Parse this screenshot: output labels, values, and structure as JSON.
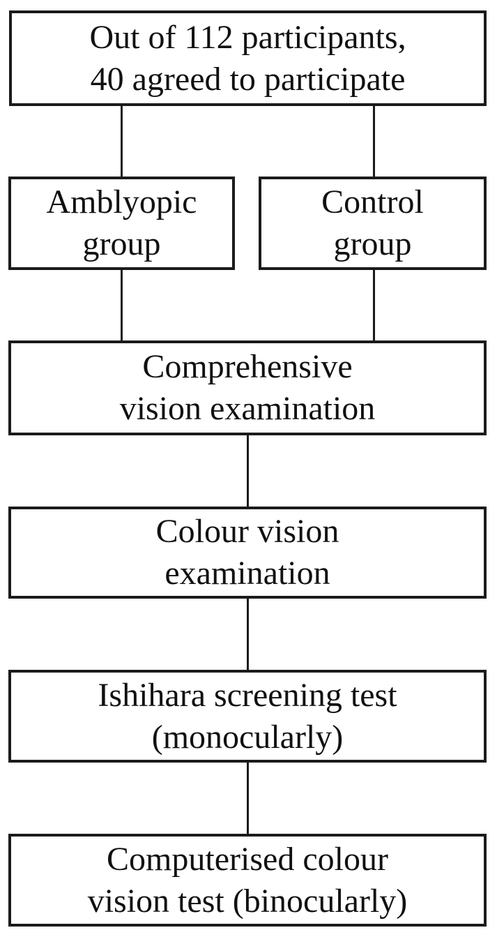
{
  "figure": {
    "type": "flowchart",
    "description": "Participant recruitment and testing procedure flowchart"
  },
  "palette": {
    "background": "#ffffff",
    "box_fill": "#ffffff",
    "box_border": "#1b1b1b",
    "text": "#111111"
  },
  "nodes": [
    {
      "id": "recruited",
      "label": "Out of 112 participants, 40 agreed to participate",
      "lines": [
        "Out of 112 participants,",
        "40 agreed to participate"
      ]
    },
    {
      "id": "amblyopic",
      "label": "Amblyopic group",
      "lines": [
        "Amblyopic",
        "group"
      ]
    },
    {
      "id": "control",
      "label": "Control group",
      "lines": [
        "Control",
        "group"
      ]
    },
    {
      "id": "comprehensive",
      "label": "Comprehensive vision examination",
      "lines": [
        "Comprehensive",
        "vision examination"
      ]
    },
    {
      "id": "colour",
      "label": "Colour vision examination",
      "lines": [
        "Colour vision",
        "examination"
      ]
    },
    {
      "id": "ishihara",
      "label": "Ishihara screening test (monocularly)",
      "lines": [
        "Ishihara screening test",
        "(monocularly)"
      ]
    },
    {
      "id": "computerised",
      "label": "Computerised colour vision test (binocularly)",
      "lines": [
        "Computerised colour",
        "vision test (binocularly)"
      ]
    }
  ],
  "edges": [
    {
      "from": "recruited",
      "to": "amblyopic"
    },
    {
      "from": "recruited",
      "to": "control"
    },
    {
      "from": "amblyopic",
      "to": "comprehensive"
    },
    {
      "from": "control",
      "to": "comprehensive"
    },
    {
      "from": "comprehensive",
      "to": "colour"
    },
    {
      "from": "colour",
      "to": "ishihara"
    },
    {
      "from": "ishihara",
      "to": "computerised"
    }
  ]
}
